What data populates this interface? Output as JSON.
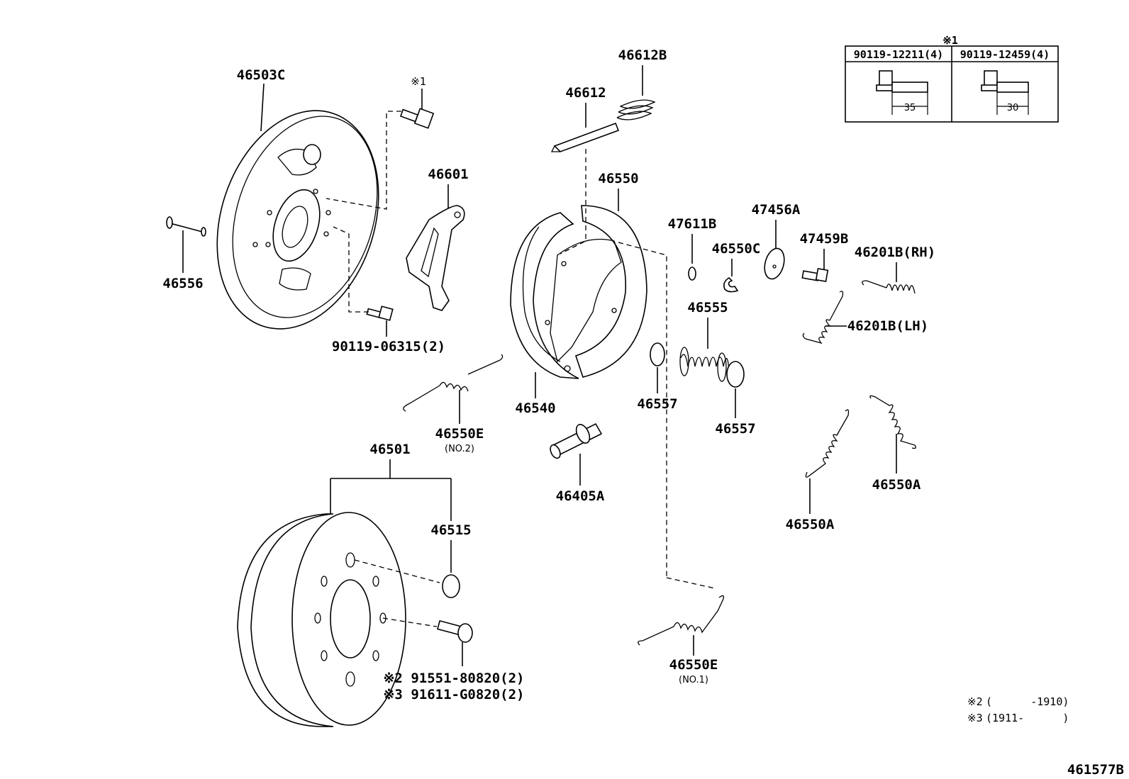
{
  "diagram_code": "461577B",
  "labels": {
    "backing_plate": "46503C",
    "backing_plate_bolt_ref": "※1",
    "pin": "46556",
    "bolt_small": "90119-06315(2)",
    "spring_adjusting_lever": "46612B",
    "adjusting_lever": "46612",
    "plate_bracket": "46601",
    "shoe_rear": "46550",
    "shoe_front": "46540",
    "spring_e_no2": "46550E",
    "spring_e_no2_sub": "(NO.2)",
    "adjuster": "46405A",
    "washer": "47611B",
    "clip_c": "46550C",
    "cup_a": "47456A",
    "pin_b": "47459B",
    "spring_555": "46555",
    "cup_557_a": "46557",
    "cup_557_b": "46557",
    "spring_rh": "46201B(RH)",
    "spring_lh": "46201B(LH)",
    "spring_a_1": "46550A",
    "spring_a_2": "46550A",
    "drum_set": "46501",
    "plug": "46515",
    "spring_e_no1": "46550E",
    "spring_e_no1_sub": "(NO.1)",
    "hub_bolt_2": "※2 91551-80820(2)",
    "hub_bolt_3": "※3 91611-G0820(2)"
  },
  "bolt_table": {
    "ref": "※1",
    "columns": [
      {
        "part": "90119-12211(4)",
        "length": "35"
      },
      {
        "part": "90119-12459(4)",
        "length": "30"
      }
    ]
  },
  "notes": [
    {
      "mark": "※2",
      "text": "(      -1910)"
    },
    {
      "mark": "※3",
      "text": "(1911-      )"
    }
  ]
}
